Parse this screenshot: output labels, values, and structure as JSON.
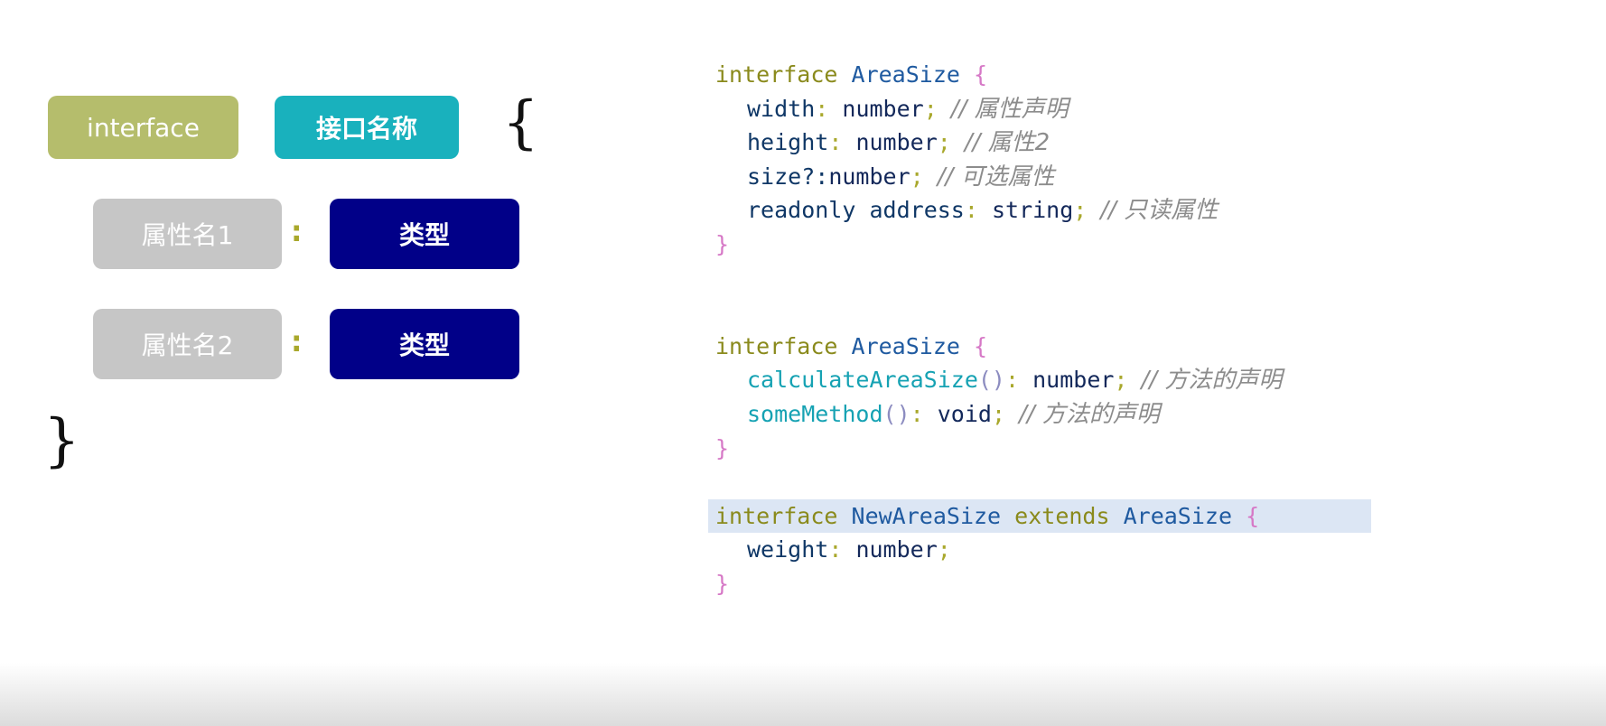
{
  "diagram": {
    "keyword": "interface",
    "interface_name": "接口名称",
    "open_brace": "{",
    "close_brace": "}",
    "colon": ":",
    "rows": [
      {
        "prop": "属性名1",
        "type": "类型"
      },
      {
        "prop": "属性名2",
        "type": "类型"
      }
    ]
  },
  "code": {
    "block1": {
      "kw": "interface",
      "name": "AreaSize",
      "open": "{",
      "close": "}",
      "l1": {
        "prop": "width",
        "colon": ":",
        "type": "number",
        "semi": ";",
        "comment": "// 属性声明"
      },
      "l2": {
        "prop": "height",
        "colon": ":",
        "type": "number",
        "semi": ";",
        "comment": "// 属性2"
      },
      "l3": {
        "prop": "size?:",
        "type": "number",
        "semi": ";",
        "comment": "// 可选属性"
      },
      "l4": {
        "mod": "readonly",
        "prop": "address",
        "colon": ":",
        "type": "string",
        "semi": ";",
        "comment": "// 只读属性"
      }
    },
    "block2": {
      "kw": "interface",
      "name": "AreaSize",
      "open": "{",
      "close": "}",
      "l1": {
        "method": "calculateAreaSize",
        "parens": "()",
        "colon": ":",
        "type": "number",
        "semi": ";",
        "comment": "// 方法的声明"
      },
      "l2": {
        "method": "someMethod",
        "parens": "()",
        "colon": ":",
        "type": "void",
        "semi": ";",
        "comment": "// 方法的声明"
      }
    },
    "block3": {
      "kw": "interface",
      "name": "NewAreaSize",
      "extends": "extends",
      "base": "AreaSize",
      "open": "{",
      "close": "}",
      "l1": {
        "prop": "weight",
        "colon": ":",
        "type": "number",
        "semi": ";"
      }
    }
  }
}
